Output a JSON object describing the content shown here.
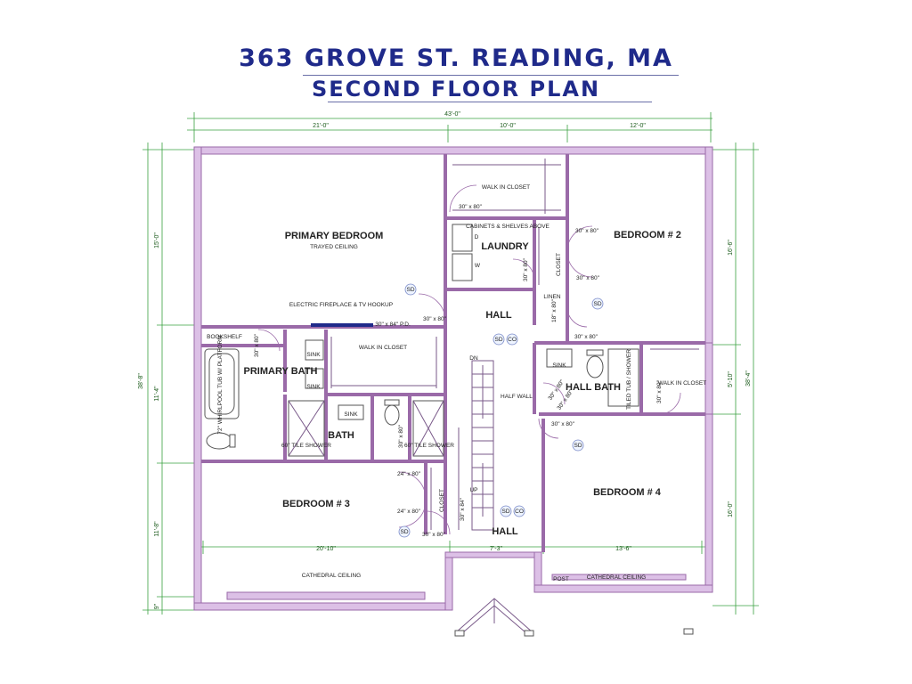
{
  "title": {
    "line1": "363 GROVE ST. READING, MA",
    "line2": "SECOND FLOOR PLAN"
  },
  "dimensions": {
    "overall_width": "43'-0\"",
    "top_left": "21'-0\"",
    "top_mid": "10'-0\"",
    "top_right": "12'-0\"",
    "left_overall": "38'-8\"",
    "left_top": "15'-0\"",
    "left_mid": "11'-4\"",
    "left_bot": "11'-8\"",
    "left_tiny": "9\"",
    "right_overall": "38'-4\"",
    "right_top": "16'-6\"",
    "right_mid": "5'-10\"",
    "right_bot": "16'-0\"",
    "bottom_left": "20'-10\"",
    "bottom_mid": "7'-3\"",
    "bottom_right": "13'-6\""
  },
  "rooms": {
    "primary_bedroom": "PRIMARY BEDROOM",
    "trayed_ceiling": "TRAYED CEILING",
    "walk_in_closet_top": "WALK IN CLOSET",
    "laundry": "LAUNDRY",
    "cabinets": "CABINETS & SHELVES ABOVE",
    "bedroom2": "BEDROOM # 2",
    "hall_main": "HALL",
    "electric_fireplace": "ELECTRIC FIREPLACE & TV HOOKUP",
    "bookshelf": "BOOKSHELF",
    "primary_bath": "PRIMARY BATH",
    "walk_in_closet_mid": "WALK IN CLOSET",
    "whirlpool": "72\" WHIRLPOOL TUB W/ PLATFORM",
    "bath": "BATH",
    "tile_shower_left": "60\" TILE SHOWER",
    "tile_shower_right": "60\" TILE SHOWER",
    "half_wall": "HALF WALL",
    "hall_bath": "HALL BATH",
    "tiled_tub": "TILED TUB / SHOWER",
    "walk_in_closet_right": "WALK IN CLOSET",
    "bedroom3": "BEDROOM # 3",
    "bedroom4": "BEDROOM # 4",
    "hall_lower": "HALL",
    "cathedral_left": "CATHEDRAL CEILING",
    "cathedral_right": "CATHEDRAL CEILING",
    "post": "POST",
    "closet_a": "CLOSET",
    "closet_b": "CLOSET",
    "linen": "LINEN",
    "sink": "SINK",
    "dn": "DN",
    "up": "UP",
    "sd": "SD",
    "co": "CO",
    "dryer": "D",
    "washer": "W"
  },
  "doors": {
    "d30x80": "30\" x 80\"",
    "d30x84pd": "30\" x 84\" P.D.",
    "d24x80": "24\" x 80\"",
    "d18x80": "18\" x 80\"",
    "d30x84": "30\" x 84\""
  }
}
